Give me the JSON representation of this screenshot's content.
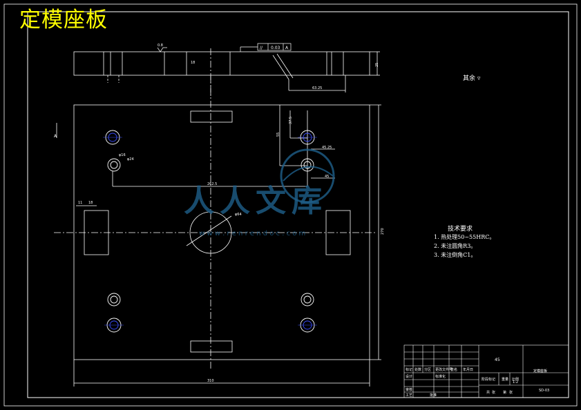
{
  "title": "定模座板",
  "surface_note": "其余",
  "tolerance_frame": {
    "symbol": "//",
    "value": "0.03",
    "datum": "A"
  },
  "datum_label": "A",
  "roughness_value": "0.8",
  "dimensions": {
    "top_thickness": "25",
    "top_step": "18",
    "offset_63": "63.25",
    "d_37": "37.5",
    "d_55": "55",
    "d_45a": "45.25",
    "d_45b": "45",
    "d_hole": "φ16",
    "d_hole2": "φ24",
    "span": "262.5",
    "center_hole": "φ64",
    "side_11": "11",
    "side_18": "18",
    "height_right": "270",
    "width_bottom": "310"
  },
  "tech_requirements": {
    "title": "技术要求",
    "items": [
      "1. 热处理50~55HRC。",
      "2. 未注圆角R3。",
      "3. 未注倒角C1。"
    ]
  },
  "title_block": {
    "material": "45",
    "part_name": "定模座板",
    "drawing_no": "SD-03",
    "labels": [
      "标记",
      "处数",
      "分区",
      "更改文件号",
      "签名",
      "年月日",
      "设计",
      "标准化",
      "审核",
      "工艺",
      "批准",
      "阶段标记",
      "重量",
      "比例",
      "共",
      "张",
      "第",
      "张"
    ],
    "scale_value": "1:2"
  },
  "watermark": {
    "text": "人人文库",
    "url": "w w w . r e n r e n d o c . c o m"
  },
  "colors": {
    "background": "#000000",
    "lines": "#ffffff",
    "title": "#ffff00",
    "holes": "#3a4dff",
    "watermark": "#1f5f8a"
  }
}
